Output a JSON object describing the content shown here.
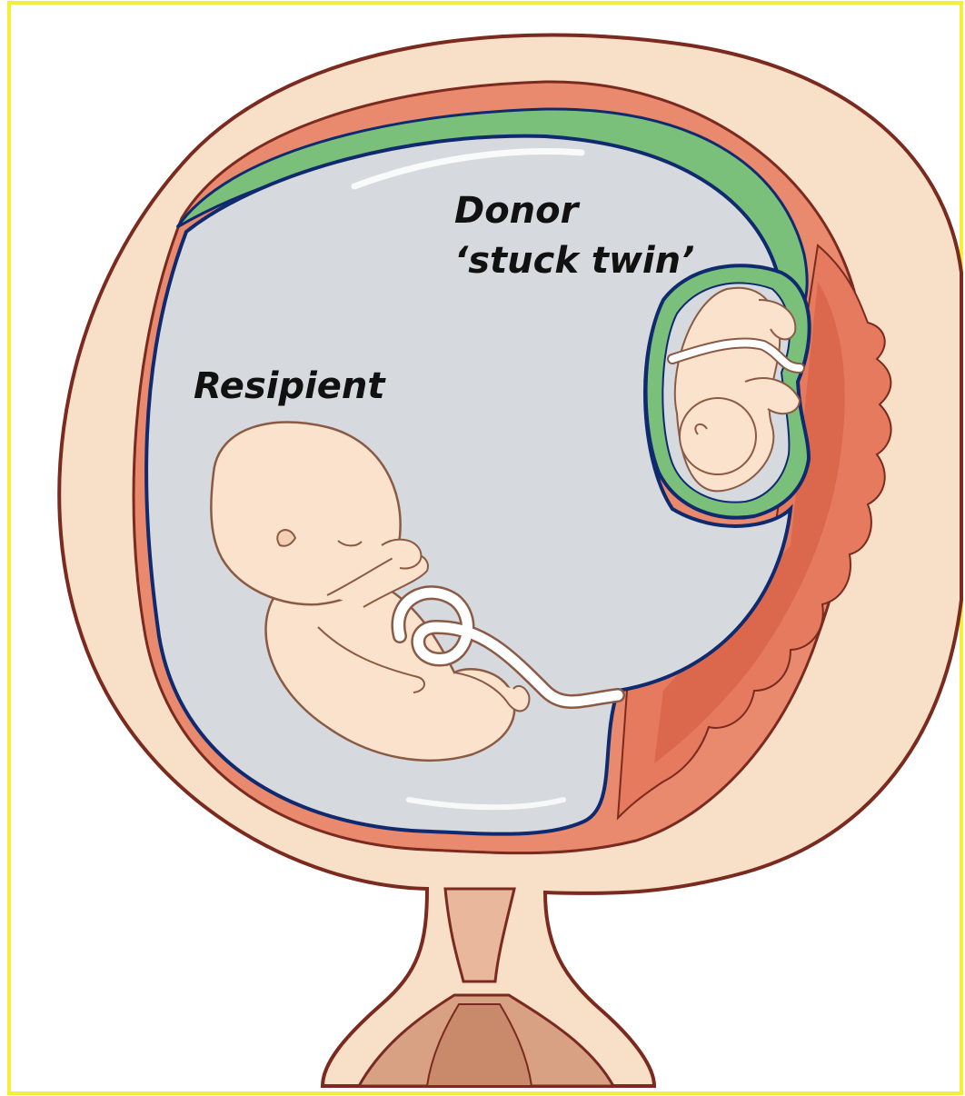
{
  "labels": {
    "donor_line1": "Donor",
    "donor_line2": "‘stuck twin’",
    "recipient": "Resipient"
  },
  "colors": {
    "frame_border": "#f5ee3a",
    "uterine_wall": "#f8dfc8",
    "wall_outline": "#7a2a1e",
    "placenta": "#e57a5e",
    "placenta_dark": "#d45c42",
    "chorion": "#e9896d",
    "amniotic_fluid": "#d6d9dd",
    "amnion_outline": "#0f2a6e",
    "donor_sac": "#7bc07a",
    "fetus_skin": "#fae2cd",
    "fetus_outline": "#8a5a44",
    "cord": "#ffffff",
    "cervix": "#e9b79b"
  }
}
